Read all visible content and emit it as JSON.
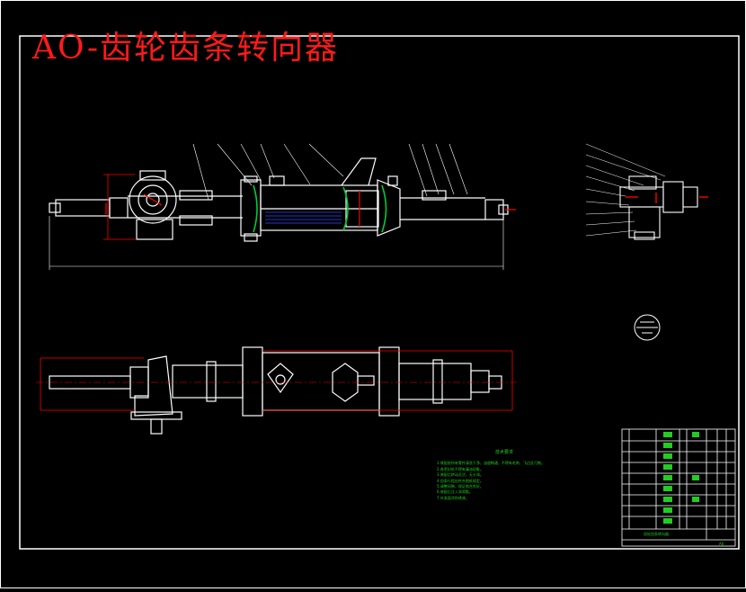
{
  "drawing": {
    "title": "AO-齿轮齿条转向器",
    "colors": {
      "background": "#000000",
      "frame": "#ffffff",
      "title_red": "#ff1a1a",
      "dimension_red": "#ff0000",
      "seal_green": "#00cc33",
      "text_green": "#22cc22",
      "hatch_blue": "#3344ff"
    }
  },
  "notes": {
    "heading": "技术要求",
    "lines": [
      "1.装配前所有零件清洗干净，油道畅通，不得有毛刺、飞边及污物。",
      "2.各密封处不得有漏油现象。",
      "3.装配后转动灵活，无卡滞。",
      "4.齿条行程应符合图纸规定。",
      "5.调整间隙，保证啮合良好。",
      "6.装配后注入润滑脂。",
      "7.外表面涂防锈漆。"
    ]
  },
  "title_block": {
    "name": "齿轮齿条转向器",
    "sheet": "A0"
  }
}
